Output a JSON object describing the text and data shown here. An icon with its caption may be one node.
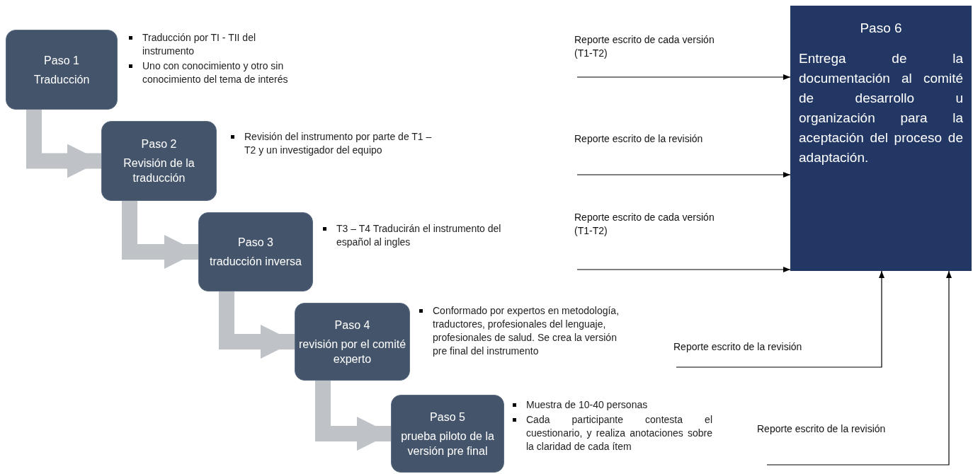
{
  "diagram": {
    "nodes": [
      {
        "text": [
          "Paso 1",
          "Traducción"
        ],
        "beside": [
          "Traducción por  TI - TII del instrumento",
          "Uno con conocimiento y otro sin conocimiento del tema de interés"
        ]
      },
      {
        "text": [
          "Paso 2",
          "Revisión de la traducción"
        ],
        "beside": [
          "Revisión del instrumento por parte de T1 – T2 y un investigador del equipo"
        ]
      },
      {
        "text": [
          "Paso 3",
          "traducción inversa"
        ],
        "beside": [
          "T3 – T4 Traducirán el instrumento del español al ingles"
        ]
      },
      {
        "text": [
          "Paso 4",
          "revisión por el comité experto"
        ],
        "beside": [
          "Conformado por expertos en metodología, traductores, profesionales del lenguaje, profesionales de salud. Se crea la versión pre final del instrumento"
        ]
      },
      {
        "text": [
          "Paso 5",
          "prueba piloto de la versión pre final"
        ],
        "beside": [
          "Muestra de 10-40 personas",
          "Cada participante contesta el cuestionario, y realiza anotaciones sobre la claridad de cada ítem"
        ]
      },
      {
        "text": [
          "Paso 6",
          "Entrega de la documentación al comité de desarrollo u organización para la aceptación del proceso de adaptación."
        ]
      }
    ],
    "edges": [
      {
        "from": 0,
        "to": 1,
        "arrow": "to",
        "style": "thick",
        "color": "#bfc3c8"
      },
      {
        "from": 1,
        "to": 2,
        "arrow": "to",
        "style": "thick",
        "color": "#bfc3c8"
      },
      {
        "from": 2,
        "to": 3,
        "arrow": "to",
        "style": "thick",
        "color": "#bfc3c8"
      },
      {
        "from": 3,
        "to": 4,
        "arrow": "to",
        "style": "thick",
        "color": "#bfc3c8"
      },
      {
        "from": null,
        "to": 5,
        "arrow": "to",
        "label": "Reporte escrito de cada versión (T1-T2)"
      },
      {
        "from": null,
        "to": 5,
        "arrow": "to",
        "label": "Reporte escrito de la revisión"
      },
      {
        "from": null,
        "to": 5,
        "arrow": "to",
        "label": "Reporte escrito de cada versión (T1-T2)"
      },
      {
        "from": null,
        "to": 5,
        "arrow": "to",
        "label": "Reporte escrito de la revisión"
      },
      {
        "from": null,
        "to": 5,
        "arrow": "to",
        "label": "Reporte escrito de la revisión"
      }
    ]
  }
}
